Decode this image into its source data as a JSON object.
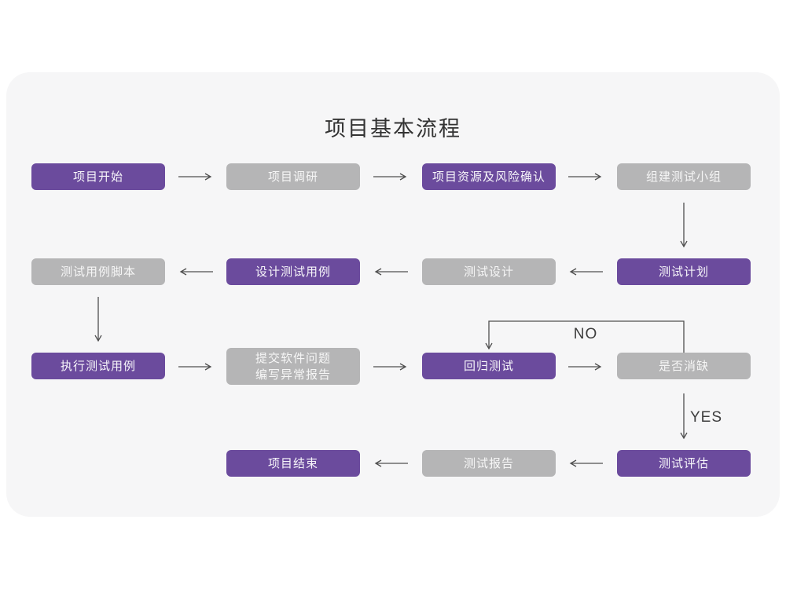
{
  "page": {
    "title": "项目基本流程"
  },
  "labels": {
    "no": "NO",
    "yes": "YES"
  },
  "colors": {
    "purple_node": "#6b4b9d",
    "gray_node": "#b5b5b6",
    "card_background": "#f6f6f7",
    "arrow": "#4f4f4f",
    "title_text": "#333333"
  },
  "flow": {
    "nodes": [
      {
        "id": "project-start",
        "label": "项目开始",
        "variant": "purple"
      },
      {
        "id": "project-research",
        "label": "项目调研",
        "variant": "gray"
      },
      {
        "id": "resources-risk",
        "label": "项目资源及风险确认",
        "variant": "purple"
      },
      {
        "id": "build-test-team",
        "label": "组建测试小组",
        "variant": "gray"
      },
      {
        "id": "test-plan",
        "label": "测试计划",
        "variant": "purple"
      },
      {
        "id": "test-design",
        "label": "测试设计",
        "variant": "gray"
      },
      {
        "id": "design-test-cases",
        "label": "设计测试用例",
        "variant": "purple"
      },
      {
        "id": "test-case-script",
        "label": "测试用例脚本",
        "variant": "gray"
      },
      {
        "id": "run-test-cases",
        "label": "执行测试用例",
        "variant": "purple"
      },
      {
        "id": "submit-issue-report",
        "label": "提交软件问题\n编写异常报告",
        "variant": "gray"
      },
      {
        "id": "regression-test",
        "label": "回归测试",
        "variant": "purple"
      },
      {
        "id": "defect-cleared",
        "label": "是否消缺",
        "variant": "gray"
      },
      {
        "id": "test-evaluation",
        "label": "测试评估",
        "variant": "purple"
      },
      {
        "id": "test-report",
        "label": "测试报告",
        "variant": "gray"
      },
      {
        "id": "project-end",
        "label": "项目结束",
        "variant": "purple"
      }
    ]
  }
}
